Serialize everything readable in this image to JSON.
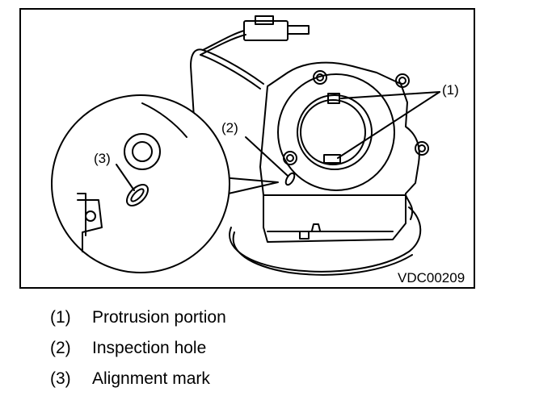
{
  "figure": {
    "id_label": "VDC00209",
    "callouts": [
      {
        "key": "(1)"
      },
      {
        "key": "(2)"
      },
      {
        "key": "(3)"
      }
    ]
  },
  "legend": {
    "items": [
      {
        "num": "(1)",
        "text": "Protrusion portion"
      },
      {
        "num": "(2)",
        "text": "Inspection hole"
      },
      {
        "num": "(3)",
        "text": "Alignment mark"
      }
    ]
  }
}
